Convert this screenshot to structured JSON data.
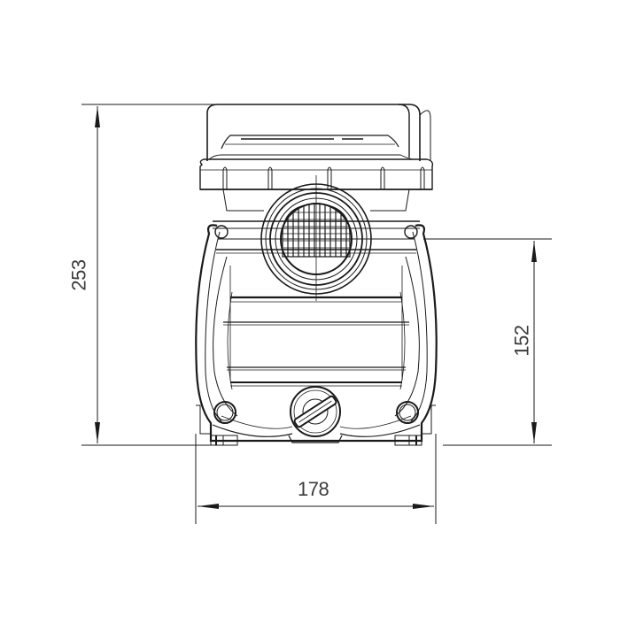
{
  "drawing": {
    "title": "Pool pump front view dimension drawing",
    "units": "mm",
    "line_color": "#1a1a1a",
    "dimension_text_color": "#3b3b3b",
    "background": "#ffffff"
  },
  "dimensions": {
    "overall_height": {
      "value": "253",
      "orientation": "vertical",
      "position": "left"
    },
    "inlet_center_height": {
      "value": "152",
      "orientation": "vertical",
      "position": "right"
    },
    "base_width": {
      "value": "178",
      "orientation": "horizontal",
      "position": "bottom"
    }
  },
  "components": [
    {
      "name": "strainer-lid",
      "description": "Transparent strainer basket lid (top)"
    },
    {
      "name": "lid-lock-ring",
      "description": "Ribbed locking ring below lid"
    },
    {
      "name": "inlet-port",
      "description": "Circular suction inlet with grid strainer"
    },
    {
      "name": "pump-housing",
      "description": "Main body with horizontal ribs"
    },
    {
      "name": "drain-plug",
      "description": "Bottom drain plug with slot"
    },
    {
      "name": "mounting-feet",
      "description": "Base feet with bolt holes"
    }
  ]
}
